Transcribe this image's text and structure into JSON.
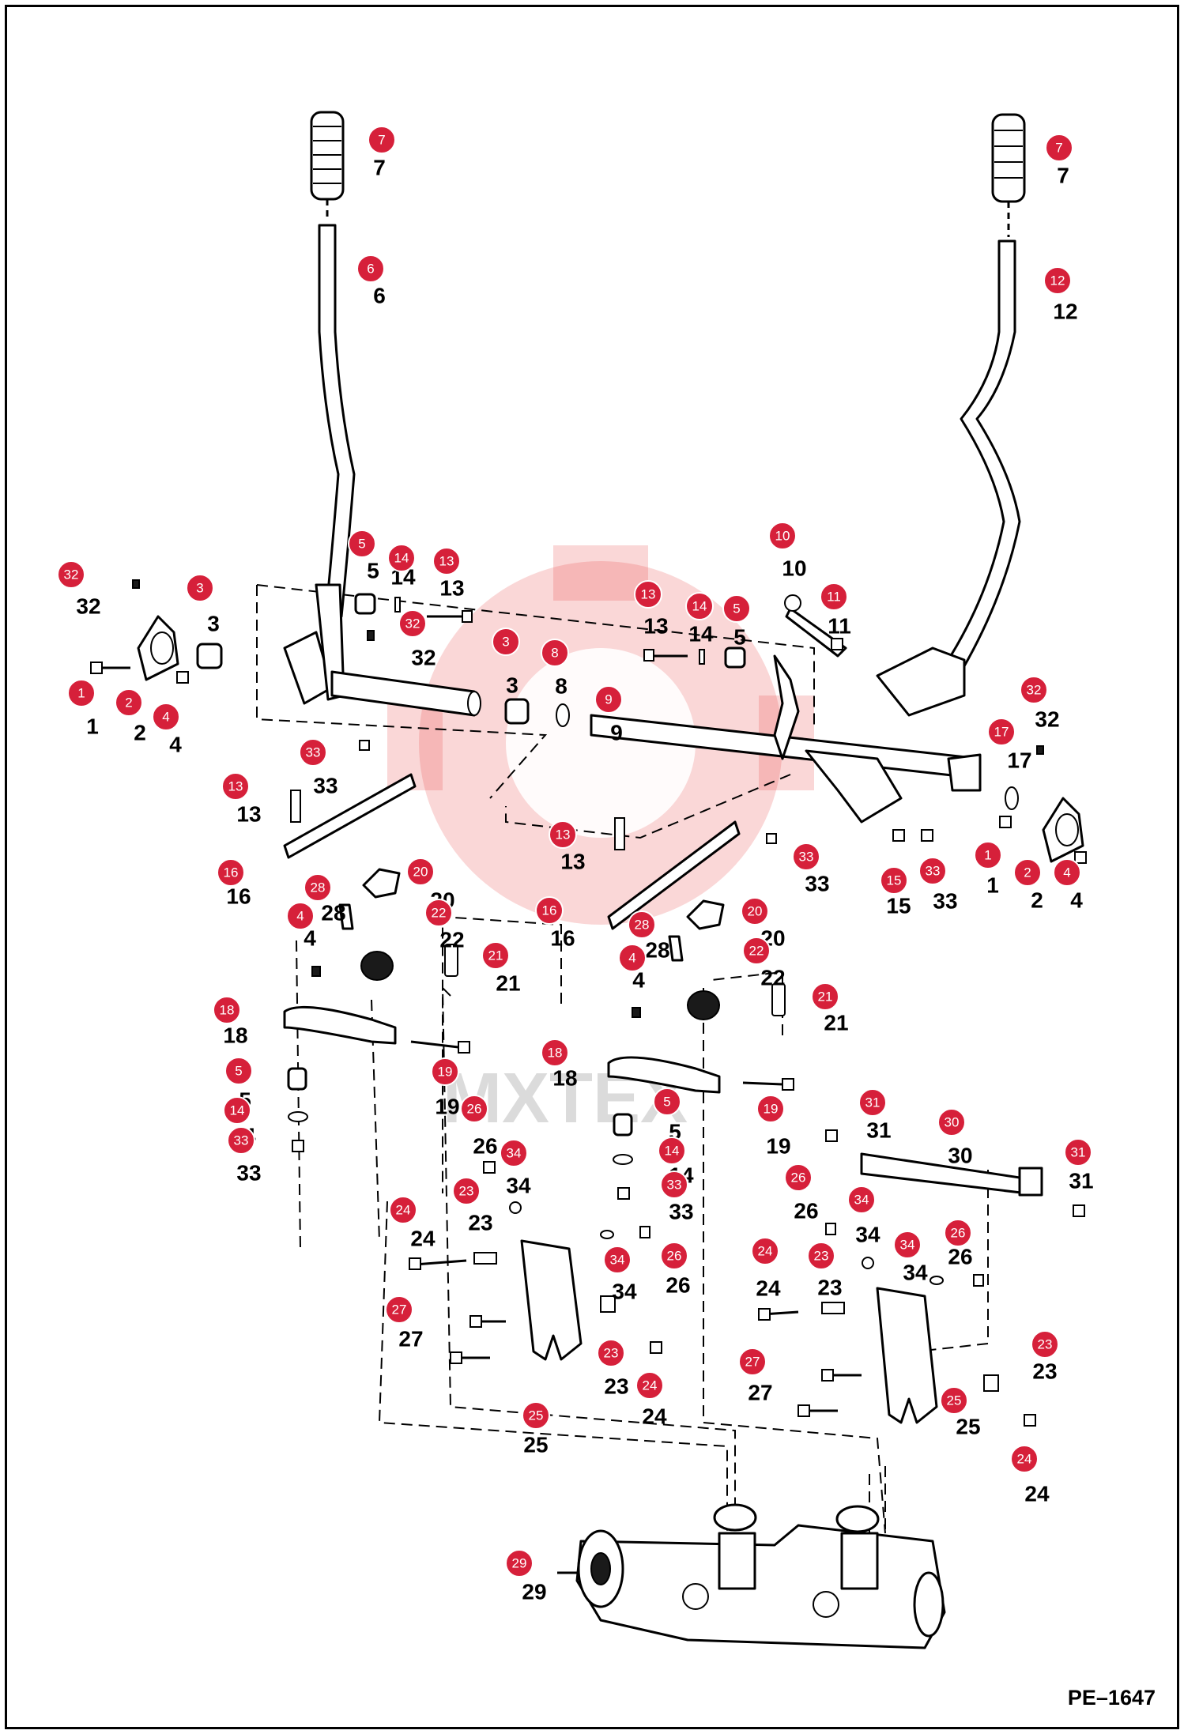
{
  "figure_code": "PE–1647",
  "watermark_text": "МХТЕХ",
  "colors": {
    "callout_red": "#d6203a",
    "watermark_red": "#e84a4a",
    "line": "#000000"
  },
  "callouts": [
    {
      "id": "c1a",
      "number": "7"
    },
    {
      "id": "c1b",
      "number": "7"
    },
    {
      "id": "c2",
      "number": "6"
    },
    {
      "id": "c3",
      "number": "12"
    },
    {
      "id": "c4",
      "number": "10"
    },
    {
      "id": "c5",
      "number": "11"
    },
    {
      "id": "c6",
      "number": "32"
    },
    {
      "id": "c7",
      "number": "3"
    },
    {
      "id": "c8",
      "number": "5"
    },
    {
      "id": "c9",
      "number": "14"
    },
    {
      "id": "c10",
      "number": "13"
    },
    {
      "id": "c11",
      "number": "32"
    },
    {
      "id": "c12",
      "number": "1"
    },
    {
      "id": "c13",
      "number": "2"
    },
    {
      "id": "c14",
      "number": "4"
    },
    {
      "id": "c15",
      "number": "3"
    },
    {
      "id": "c16",
      "number": "8"
    },
    {
      "id": "c17",
      "number": "13"
    },
    {
      "id": "c18",
      "number": "14"
    },
    {
      "id": "c19",
      "number": "5"
    },
    {
      "id": "c20",
      "number": "9"
    },
    {
      "id": "c21",
      "number": "32"
    },
    {
      "id": "c22",
      "number": "17"
    },
    {
      "id": "c23",
      "number": "1"
    },
    {
      "id": "c24",
      "number": "2"
    },
    {
      "id": "c25",
      "number": "4"
    },
    {
      "id": "c26",
      "number": "15"
    },
    {
      "id": "c27",
      "number": "33"
    },
    {
      "id": "c28",
      "number": "33"
    },
    {
      "id": "c29",
      "number": "13"
    },
    {
      "id": "c30",
      "number": "16"
    },
    {
      "id": "c31",
      "number": "28"
    },
    {
      "id": "c32",
      "number": "20"
    },
    {
      "id": "c33",
      "number": "4"
    },
    {
      "id": "c34",
      "number": "22"
    },
    {
      "id": "c35",
      "number": "21"
    },
    {
      "id": "c36",
      "number": "18"
    },
    {
      "id": "c37",
      "number": "19"
    },
    {
      "id": "c38",
      "number": "5"
    },
    {
      "id": "c39",
      "number": "14"
    },
    {
      "id": "c40",
      "number": "33"
    },
    {
      "id": "c41",
      "number": "13"
    },
    {
      "id": "c42",
      "number": "33"
    },
    {
      "id": "c43",
      "number": "16"
    },
    {
      "id": "c44",
      "number": "28"
    },
    {
      "id": "c45",
      "number": "20"
    },
    {
      "id": "c46",
      "number": "4"
    },
    {
      "id": "c47",
      "number": "22"
    },
    {
      "id": "c48",
      "number": "21"
    },
    {
      "id": "c49",
      "number": "18"
    },
    {
      "id": "c50",
      "number": "5"
    },
    {
      "id": "c51",
      "number": "19"
    },
    {
      "id": "c52",
      "number": "14"
    },
    {
      "id": "c53",
      "number": "33"
    },
    {
      "id": "c54",
      "number": "26"
    },
    {
      "id": "c55",
      "number": "34"
    },
    {
      "id": "c56",
      "number": "23"
    },
    {
      "id": "c57",
      "number": "24"
    },
    {
      "id": "c58",
      "number": "34"
    },
    {
      "id": "c59",
      "number": "26"
    },
    {
      "id": "c60",
      "number": "27"
    },
    {
      "id": "c61",
      "number": "23"
    },
    {
      "id": "c62",
      "number": "24"
    },
    {
      "id": "c63",
      "number": "25"
    },
    {
      "id": "c64",
      "number": "31"
    },
    {
      "id": "c65",
      "number": "30"
    },
    {
      "id": "c66",
      "number": "31"
    },
    {
      "id": "c67",
      "number": "26"
    },
    {
      "id": "c68",
      "number": "34"
    },
    {
      "id": "c69",
      "number": "34"
    },
    {
      "id": "c70",
      "number": "26"
    },
    {
      "id": "c71",
      "number": "24"
    },
    {
      "id": "c72",
      "number": "23"
    },
    {
      "id": "c73",
      "number": "27"
    },
    {
      "id": "c74",
      "number": "25"
    },
    {
      "id": "c75",
      "number": "23"
    },
    {
      "id": "c76",
      "number": "24"
    },
    {
      "id": "c77",
      "number": "29"
    }
  ]
}
